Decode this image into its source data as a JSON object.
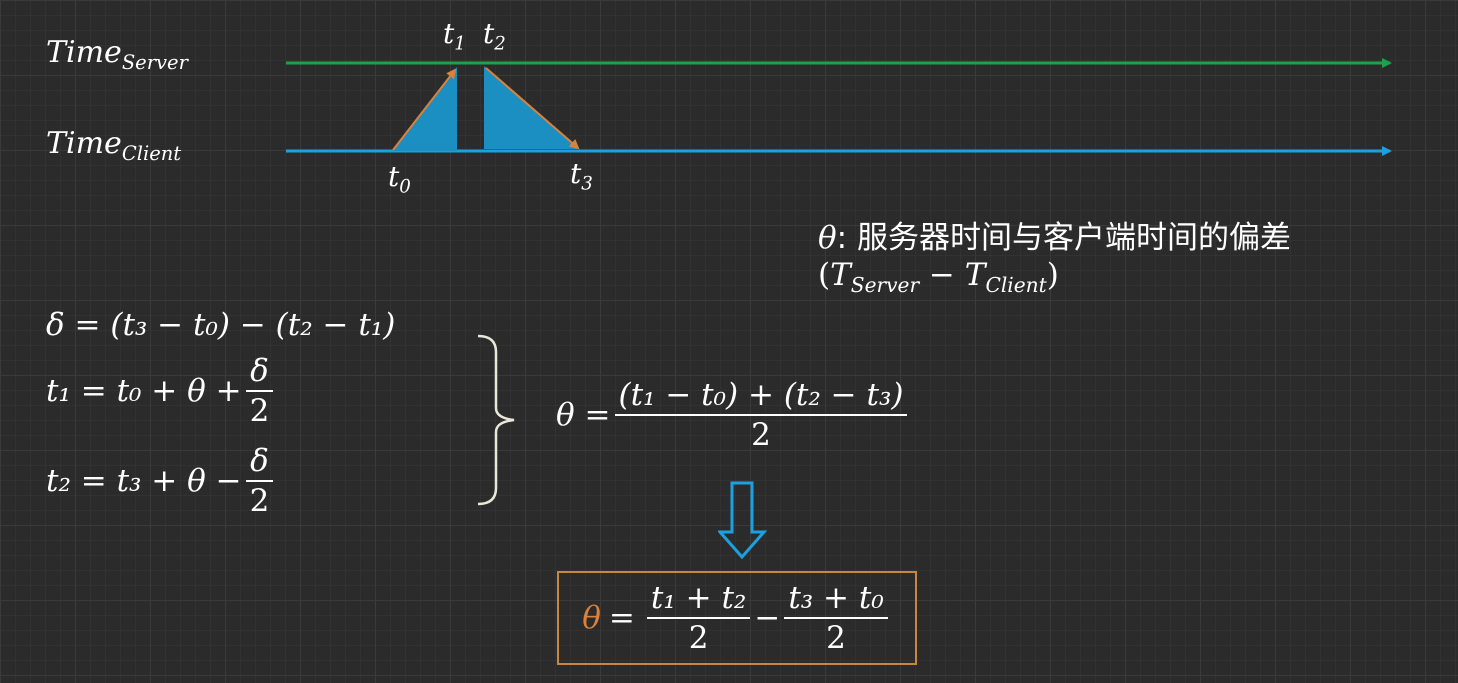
{
  "timeline": {
    "server_label_main": "Time",
    "server_label_sub": "Server",
    "client_label_main": "Time",
    "client_label_sub": "Client",
    "t0": "t",
    "t0_sub": "0",
    "t1": "t",
    "t1_sub": "1",
    "t2": "t",
    "t2_sub": "2",
    "t3": "t",
    "t3_sub": "3",
    "server_color": "#1aa34a",
    "client_color": "#1ba1e2",
    "arrow_color": "#d9823b",
    "fill_color": "#1b8fc2"
  },
  "definition": {
    "symbol": "θ",
    "text": ": 服务器时间与客户端时间的偏差",
    "expr_open": "(",
    "expr_t1": "T",
    "expr_t1_sub": "Server",
    "expr_minus": " − ",
    "expr_t2": "T",
    "expr_t2_sub": "Client",
    "expr_close": ")"
  },
  "equations": {
    "delta": "δ = (t₃ − t₀) − (t₂ − t₁)",
    "eq1_lhs": "t₁ = t₀ + θ +",
    "eq2_lhs": "t₂ = t₃ + θ −",
    "frac_num": "δ",
    "frac_den": "2"
  },
  "theta_formula": {
    "lhs": "θ =",
    "num": "(t₁ − t₀) + (t₂ − t₃)",
    "den": "2"
  },
  "result": {
    "theta": "θ",
    "eq": "=",
    "num1": "t₁ + t₂",
    "den1": "2",
    "minus": "−",
    "num2": "t₃ + t₀",
    "den2": "2",
    "theta_color": "#d9823b",
    "border_color": "#c8873d"
  },
  "down_arrow_color": "#1ba1e2"
}
